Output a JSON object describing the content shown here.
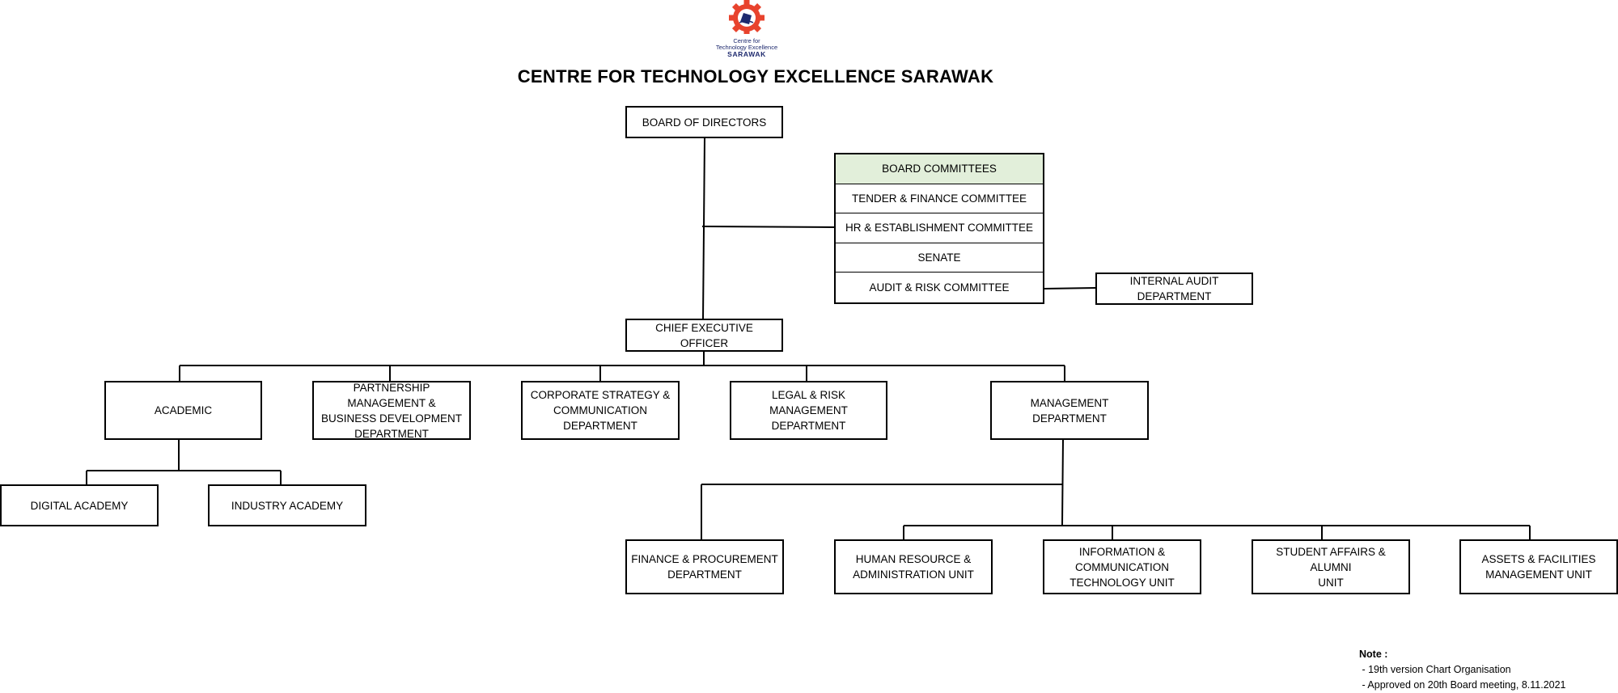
{
  "header": {
    "logo_lines": [
      "Centre for",
      "Technology Excellence",
      "SARAWAK"
    ],
    "title": "CENTRE FOR TECHNOLOGY EXCELLENCE SARAWAK"
  },
  "board_of_directors": "BOARD OF DIRECTORS",
  "board_committees": {
    "heading": "BOARD COMMITTEES",
    "items": [
      "TENDER & FINANCE COMMITTEE",
      "HR & ESTABLISHMENT COMMITTEE",
      "SENATE",
      "AUDIT & RISK COMMITTEE"
    ]
  },
  "internal_audit": "INTERNAL AUDIT DEPARTMENT",
  "ceo": "CHIEF EXECUTIVE OFFICER",
  "departments": [
    "ACADEMIC",
    "PARTNERSHIP MANAGEMENT &\nBUSINESS DEVELOPMENT\nDEPARTMENT",
    "CORPORATE STRATEGY &\nCOMMUNICATION\nDEPARTMENT",
    "LEGAL & RISK MANAGEMENT\nDEPARTMENT",
    "MANAGEMENT DEPARTMENT"
  ],
  "academies": [
    "DIGITAL ACADEMY",
    "INDUSTRY ACADEMY"
  ],
  "management_units": [
    "FINANCE & PROCUREMENT\nDEPARTMENT",
    "HUMAN RESOURCE &\nADMINISTRATION UNIT",
    "INFORMATION &\nCOMMUNICATION\nTECHNOLOGY UNIT",
    "STUDENT AFFAIRS & ALUMNI\nUNIT",
    "ASSETS & FACILITIES\nMANAGEMENT UNIT"
  ],
  "note": {
    "heading": "Note :",
    "lines": [
      " - 19th version Chart Organisation",
      " - Approved on 20th Board meeting, 8.11.2021"
    ]
  },
  "colors": {
    "logo_gear": "#e8432d",
    "logo_book": "#1e2a6e",
    "committee_header": "#e2efda"
  }
}
